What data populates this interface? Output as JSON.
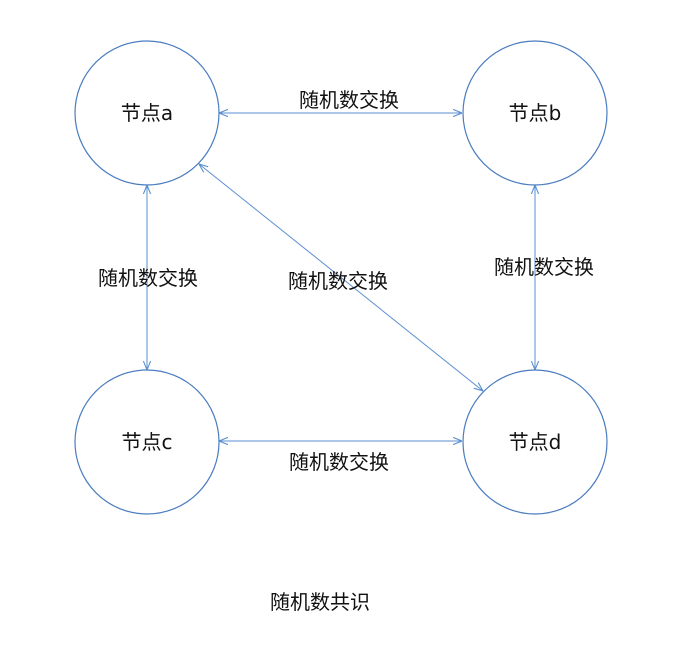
{
  "nodes": {
    "a": {
      "label": "节点a"
    },
    "b": {
      "label": "节点b"
    },
    "c": {
      "label": "节点c"
    },
    "d": {
      "label": "节点d"
    }
  },
  "edges": {
    "a_b": {
      "label": "随机数交换"
    },
    "a_c": {
      "label": "随机数交换"
    },
    "a_d": {
      "label": "随机数交换"
    },
    "b_d": {
      "label": "随机数交换"
    },
    "c_d": {
      "label": "随机数交换"
    }
  },
  "caption": "随机数共识",
  "colors": {
    "stroke": "#4a7cc0",
    "arrow": "#5b8fd0",
    "text": "#111111"
  }
}
